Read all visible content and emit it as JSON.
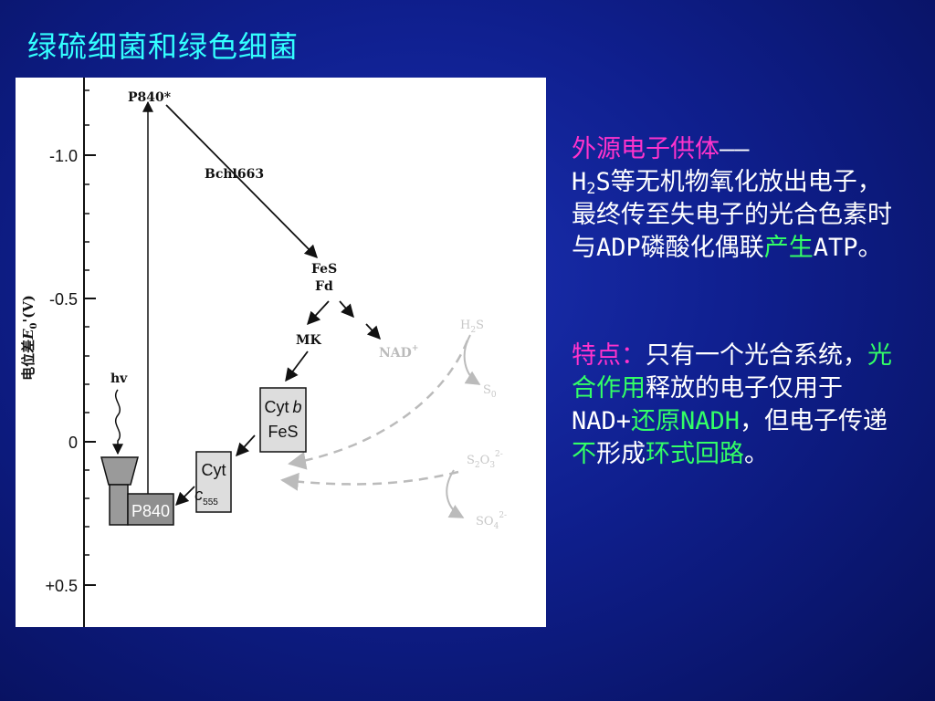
{
  "title": "绿硫细菌和绿色细菌",
  "diagram": {
    "axis": {
      "label": "电位差",
      "label_symbol": "E",
      "label_sub": "0",
      "label_unit": "'(V)",
      "ticks": [
        "-1.0",
        "-0.5",
        "0",
        "+0.5"
      ]
    },
    "nodes": {
      "p840_star": "P840*",
      "bchl": "Bchl663",
      "fes": "FeS",
      "fd": "Fd",
      "mk": "MK",
      "nad": "NAD",
      "nad_sup": "+",
      "h2s_h": "H",
      "h2s_sub": "2",
      "h2s_s": "S",
      "s0": "S",
      "s0_sub": "0",
      "s2o3_s": "S",
      "s2o3_sub": "2",
      "s2o3_o": "O",
      "s2o3_sub2": "3",
      "s2o3_sup": "2-",
      "so4_so": "SO",
      "so4_sub": "4",
      "so4_sup": "2-",
      "hv": "hv",
      "cytb_cyt": "Cyt",
      "cytb_b": "b",
      "cytb_fes": "FeS",
      "cytc_cyt": "Cyt",
      "cytc_c": "c",
      "cytc_sub": "555",
      "p840": "P840"
    }
  },
  "text": {
    "b1_term": "外源电子供体",
    "b1_dash": "——",
    "b1_h": "H",
    "b1_sub": "2",
    "b1_rest": "S等无机物氧化放出电子，最终传至失电子的光合色素时与ADP磷酸化偶联",
    "b1_green": "产生",
    "b1_atp": "ATP。",
    "b2_term": "特点：",
    "b2_t1": "只有一个光合系统，",
    "b2_g1": "光合作用",
    "b2_t2": "释放的电子仅用于NAD+",
    "b2_g2": "还原NADH",
    "b2_t3": "，但电子传递",
    "b2_g3": "不",
    "b2_t4": "形成",
    "b2_g4": "环式回路",
    "b2_t5": "。"
  }
}
